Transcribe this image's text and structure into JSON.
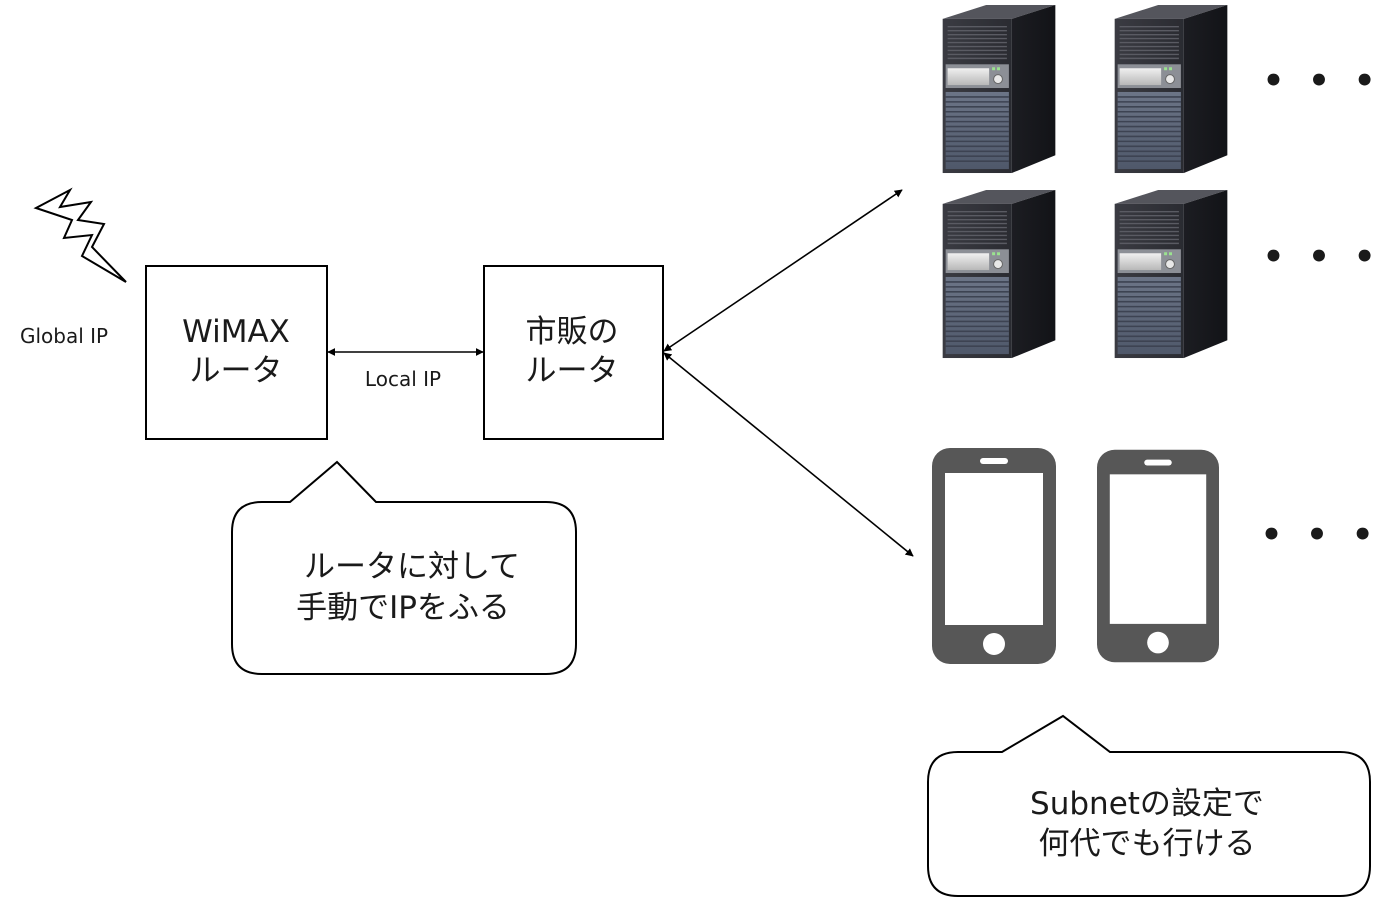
{
  "labels": {
    "global_ip": "Global IP",
    "local_ip": "Local IP"
  },
  "nodes": {
    "wimax_router": {
      "line1": "WiMAX",
      "line2": "ルータ"
    },
    "retail_router": {
      "line1": "市販の",
      "line2": "ルータ"
    }
  },
  "callouts": {
    "manual_ip": {
      "line1": "ルータに対して",
      "line2": "手動でIPをふる"
    },
    "subnet": {
      "line1": "Subnetの設定で",
      "line2": "何代でも行ける"
    }
  },
  "ellipsis": {
    "row1": "• • •",
    "row2": "• • •",
    "row3": "• • •"
  },
  "icons": {
    "server": "server-tower-icon",
    "phone": "smartphone-icon",
    "signal": "lightning-bolt-icon"
  },
  "colors": {
    "server_dark": "#2c2d33",
    "server_panel": "#5f6878",
    "phone": "#575757",
    "line": "#000000"
  }
}
